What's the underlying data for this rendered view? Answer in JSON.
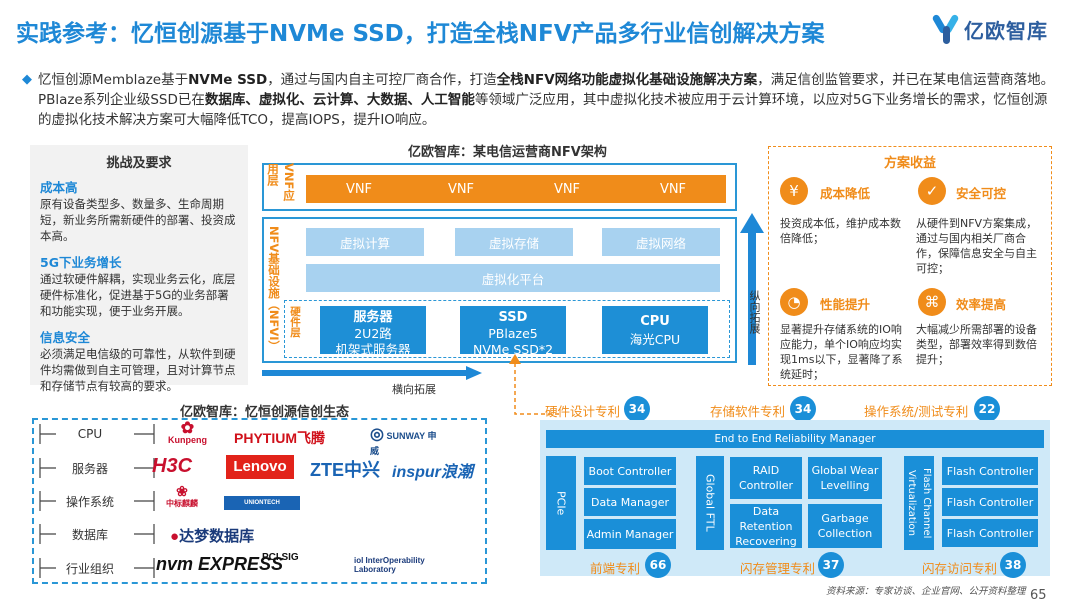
{
  "header": {
    "title": "实践参考：忆恒创源基于NVMe SSD，打造全栈NFV产品多行业信创解决方案",
    "logo_text": "亿欧智库"
  },
  "intro": {
    "t1": "忆恒创源Memblaze基于",
    "b1": "NVMe SSD",
    "t2": "，通过与国内自主可控厂商合作，打造",
    "b2": "全栈NFV网络功能虚拟化基础设施解决方案",
    "t3": "，满足信创监管要求，并已在某电信运营商落地。PBlaze系列企业级SSD已在",
    "b3": "数据库、虚拟化、云计算、大数据、人工智能",
    "t4": "等领域广泛应用，其中虚拟化技术被应用于云计算环境，以应对5G下业务增长的需求，忆恒创源的虚拟化技术解决方案可大幅降低TCO，提高IOPS，提升IO响应。"
  },
  "challenges": {
    "title": "挑战及要求",
    "items": [
      {
        "heading": "成本高",
        "text": "原有设备类型多、数量多、生命周期短，新业务所需新硬件的部署、投资成本高。"
      },
      {
        "heading": "5G下业务增长",
        "text": "通过软硬件解耦，实现业务云化，底层硬件标准化，促进基于5G的业务部署和功能实现，便于业务开展。"
      },
      {
        "heading": "信息安全",
        "text": "必须满足电信级的可靠性，从软件到硬件均需做到自主可管理，且对计算节点和存储节点有较高的要求。"
      }
    ]
  },
  "architecture": {
    "title": "亿欧智库：某电信运营商NFV架构",
    "vnf_layer_label": "VNF应用层",
    "nfv_layer_label": "NFV基础设施（NFVI）",
    "hw_layer_label": "硬件层",
    "vnf_boxes": [
      "VNF",
      "VNF",
      "VNF",
      "VNF"
    ],
    "virtual_boxes": [
      "虚拟计算",
      "虚拟存储",
      "虚拟网络"
    ],
    "platform": "虚拟化平台",
    "hardware": [
      {
        "title": "服务器",
        "l1": "2U2路",
        "l2": "机架式服务器"
      },
      {
        "title": "SSD",
        "l1": "PBlaze5",
        "l2": "NVMe SSD*2"
      },
      {
        "title": "CPU",
        "l1": "海光CPU",
        "l2": ""
      }
    ],
    "vertical_expand": "纵向拓展",
    "horizontal_expand": "横向拓展"
  },
  "benefits": {
    "title": "方案收益",
    "items": [
      {
        "heading": "成本降低",
        "icon": "money-bag-icon",
        "text": "投资成本低，维护成本数倍降低；"
      },
      {
        "heading": "安全可控",
        "icon": "shield-check-icon",
        "text": "从硬件到NFV方案集成，通过与国内相关厂商合作，保障信息安全与自主可控；"
      },
      {
        "heading": "性能提升",
        "icon": "gauge-icon",
        "text": "显著提升存储系统的IO响应能力，单个IO响应均实现1ms以下，显著降了系统延时；"
      },
      {
        "heading": "效率提高",
        "icon": "network-icon",
        "text": "大幅减少所需部署的设备类型，部署效率得到数倍提升；"
      }
    ]
  },
  "ecosystem": {
    "title": "亿欧智库：忆恒创源信创生态",
    "rows": [
      {
        "label": "CPU",
        "logos": [
          "Kunpeng",
          "PHYTIUM飞腾",
          "SUNWAY 申威"
        ]
      },
      {
        "label": "服务器",
        "logos": [
          "H3C",
          "Lenovo",
          "ZTE中兴",
          "inspur浪潮"
        ]
      },
      {
        "label": "操作系统",
        "logos": [
          "中标麒麟",
          "UNIONTECH"
        ]
      },
      {
        "label": "数据库",
        "logos": [
          "达梦数据库"
        ]
      },
      {
        "label": "行业组织",
        "logos": [
          "nvm EXPRESS",
          "PCI SIG",
          "iol InterOperability Laboratory"
        ]
      }
    ]
  },
  "ssd_patents": {
    "top": [
      {
        "label": "硬件设计专利",
        "count": "34"
      },
      {
        "label": "存储软件专利",
        "count": "34"
      },
      {
        "label": "操作系统/测试专利",
        "count": "22"
      }
    ],
    "bottom": [
      {
        "label": "前端专利",
        "count": "66"
      },
      {
        "label": "闪存管理专利",
        "count": "37"
      },
      {
        "label": "闪存访问专利",
        "count": "38"
      }
    ],
    "manager": "End to End Reliability Manager",
    "pcie": "PCIe",
    "frontend": [
      "Boot Controller",
      "Data Manager",
      "Admin Manager"
    ],
    "global_ftl": "Global FTL",
    "ftl_boxes": [
      "RAID Controller",
      "Global Wear Levelling",
      "Data Retention Recovering",
      "Garbage Collection"
    ],
    "flash_virt": "Flash Channel Virtualization",
    "flash_ctrl": [
      "Flash Controller",
      "Flash Controller",
      "Flash Controller"
    ]
  },
  "footer": {
    "source": "资料来源：专家访谈、企业官网、公开资料整理",
    "page": "65"
  }
}
